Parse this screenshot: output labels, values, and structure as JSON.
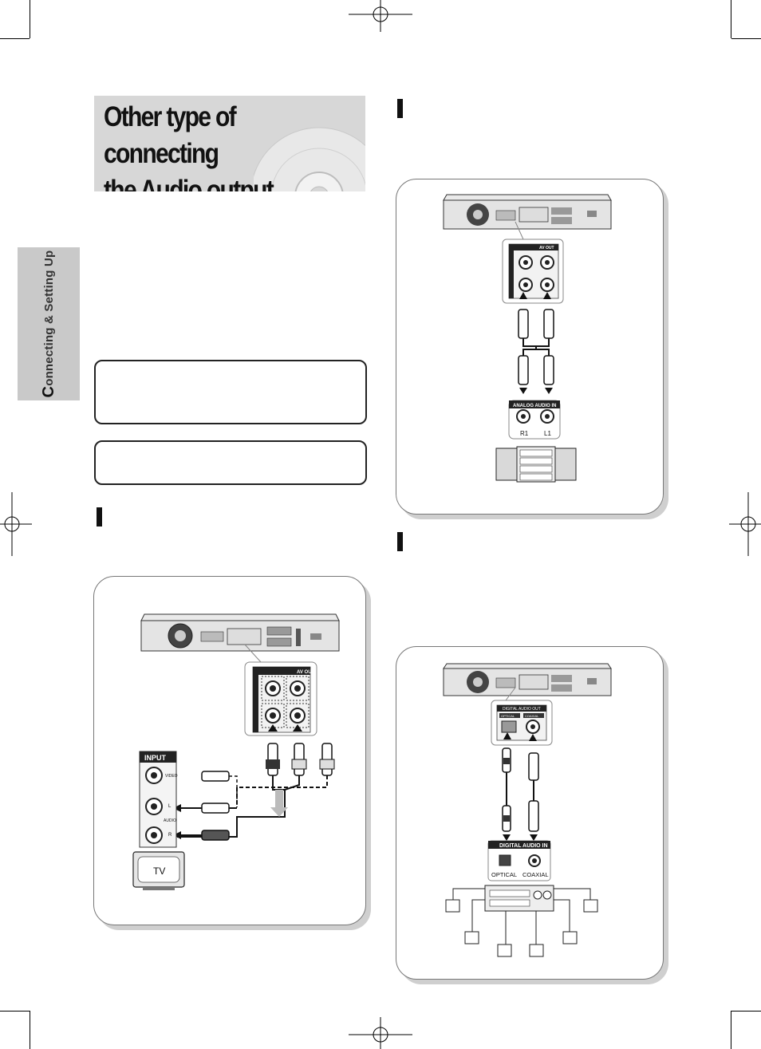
{
  "page": {
    "title_line1": "Other type of connecting",
    "title_line2": "the Audio output cable",
    "side_tab_initial": "C",
    "side_tab_rest": "onnecting & Setting Up"
  },
  "diagram_tv": {
    "input_label": "INPUT",
    "video_label": "VIDEO",
    "audio_label": "AUDIO",
    "l_label": "L",
    "r_label": "R",
    "tv_label": "TV",
    "avout_label": "AV OUT"
  },
  "diagram_stereo": {
    "avout_label": "AV OUT",
    "analog_in_label": "ANALOG   AUDIO IN",
    "r1_label": "R1",
    "l1_label": "L1"
  },
  "diagram_digital": {
    "digital_out_label": "DIGITAL AUDIO OUT",
    "optical_small": "OPTICAL",
    "coaxial_small": "COAXIAL",
    "digital_in_label": "DIGITAL AUDIO IN",
    "optical_label": "OPTICAL",
    "coaxial_label": "COAXIAL"
  }
}
